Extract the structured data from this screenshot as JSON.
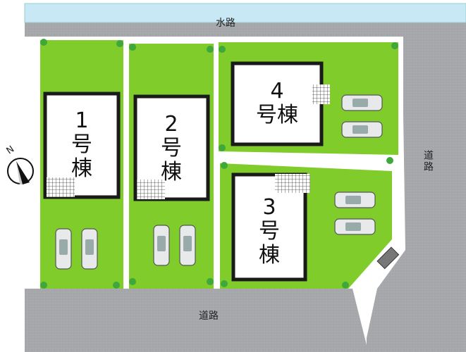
{
  "labels": {
    "waterway": "水路",
    "road_right": "道路",
    "road_bottom": "道路",
    "north": "N"
  },
  "buildings": [
    {
      "num": "1",
      "suffix_1": "号",
      "suffix_2": "棟"
    },
    {
      "num": "2",
      "suffix_1": "号",
      "suffix_2": "棟"
    },
    {
      "num": "3",
      "suffix_1": "号",
      "suffix_2": "棟"
    },
    {
      "num": "4",
      "suffix_1": "号",
      "suffix_2": "棟"
    }
  ],
  "colors": {
    "lawn": "#7fcc2a",
    "road": "#a7a9ac",
    "water": "#c9e8f6",
    "building_outline": "#1a1a1a"
  }
}
